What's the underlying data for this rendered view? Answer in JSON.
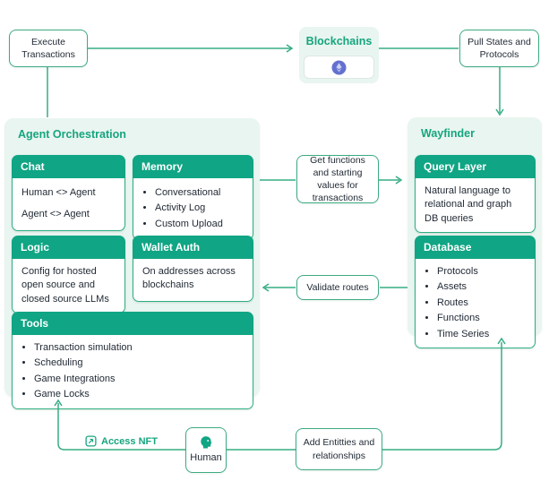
{
  "colors": {
    "header_teal": "#10a584",
    "panel_title": "#16a57e",
    "connector_line": "#36ad82",
    "panel_bg": "#e9f5f0",
    "box_border": "#3cab81",
    "text": "#1f2833",
    "ethereum_circle": "#6470cf"
  },
  "top": {
    "execute_label": "Execute Transactions",
    "blockchains_title": "Blockchains",
    "pull_states_label": "Pull States and Protocols"
  },
  "agent": {
    "title": "Agent Orchestration",
    "chat": {
      "title": "Chat",
      "lines": [
        "Human <> Agent",
        "Agent <> Agent"
      ]
    },
    "memory": {
      "title": "Memory",
      "bullets": [
        "Conversational",
        "Activity Log",
        "Custom Upload"
      ]
    },
    "logic": {
      "title": "Logic",
      "body": "Config for hosted open source and closed source LLMs"
    },
    "wallet_auth": {
      "title": "Wallet Auth",
      "body": "On addresses across blockchains"
    },
    "tools": {
      "title": "Tools",
      "bullets": [
        "Transaction simulation",
        "Scheduling",
        "Game Integrations",
        "Game Locks"
      ]
    }
  },
  "wayfinder": {
    "title": "Wayfinder",
    "query_layer": {
      "title": "Query Layer",
      "body": "Natural language to relational and graph DB queries"
    },
    "database": {
      "title": "Database",
      "bullets": [
        "Protocols",
        "Assets",
        "Routes",
        "Functions",
        "Time Series"
      ]
    }
  },
  "flow": {
    "get_functions": "Get functions and starting values for transactions",
    "validate_routes": "Validate routes",
    "add_entities": "Add Entitties and relationships",
    "access_nft": "Access NFT",
    "human": "Human"
  },
  "icons": {
    "blockchain": "ethereum-icon",
    "human": "human-head-icon",
    "nft": "nft-badge-icon"
  }
}
